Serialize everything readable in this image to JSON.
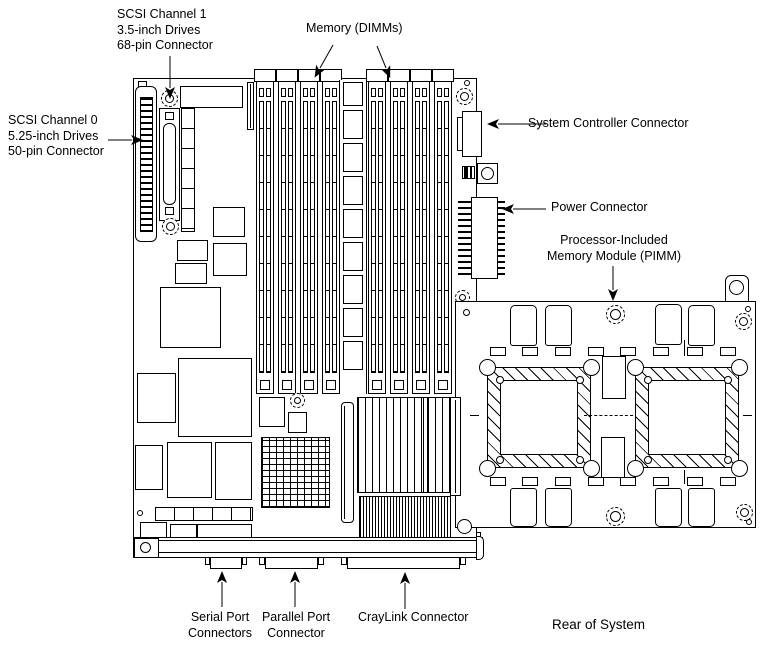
{
  "diagram": {
    "labels": {
      "scsi_channel_1": "SCSI Channel 1\n3.5-inch Drives\n68-pin Connector",
      "memory_dimms": "Memory (DIMMs)",
      "scsi_channel_0": "SCSI Channel 0\n5.25-inch Drives\n50-pin Connector",
      "system_controller": "System Controller Connector",
      "power": "Power Connector",
      "pimm": "Processor-Included\nMemory Module (PIMM)",
      "serial_port": "Serial Port\nConnectors",
      "parallel_port": "Parallel Port\nConnector",
      "craylink": "CrayLink Connector",
      "caption": "Rear of System"
    },
    "colors": {
      "line": "#000000",
      "background": "#ffffff"
    }
  }
}
